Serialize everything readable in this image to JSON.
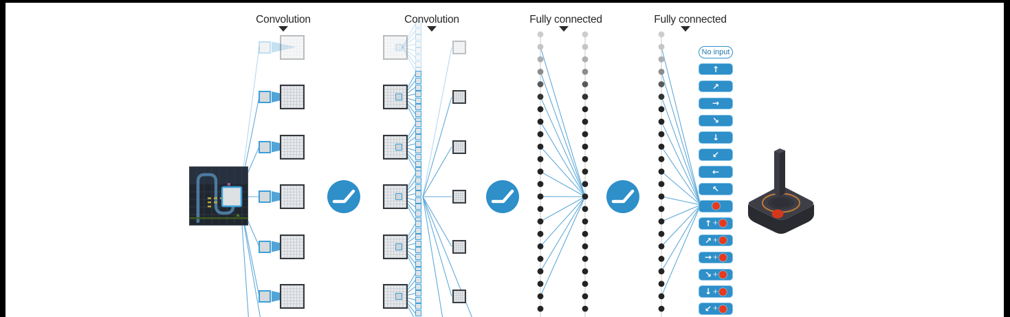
{
  "figure": {
    "type": "neural-network-architecture-diagram",
    "layers": {
      "labels": [
        "Convolution",
        "Convolution",
        "Fully connected",
        "Fully connected"
      ]
    },
    "input": {
      "icon": "atari-game-frame"
    },
    "activation": {
      "icon": "relu-curve-icon"
    },
    "output_device": {
      "icon": "atari-joystick"
    },
    "actions": {
      "no_input": "No input",
      "plus_sign": "+",
      "list": [
        {
          "name": "up",
          "glyph": "↑",
          "fire": false
        },
        {
          "name": "up-right",
          "glyph": "↗",
          "fire": false
        },
        {
          "name": "right",
          "glyph": "→",
          "fire": false
        },
        {
          "name": "down-right",
          "glyph": "↘",
          "fire": false
        },
        {
          "name": "down",
          "glyph": "↓",
          "fire": false
        },
        {
          "name": "down-left",
          "glyph": "↙",
          "fire": false
        },
        {
          "name": "left",
          "glyph": "←",
          "fire": false
        },
        {
          "name": "up-left",
          "glyph": "↖",
          "fire": false
        },
        {
          "name": "fire",
          "glyph": "",
          "fire": true
        },
        {
          "name": "up-fire",
          "glyph": "↑",
          "fire": true
        },
        {
          "name": "up-right-fire",
          "glyph": "↗",
          "fire": true
        },
        {
          "name": "right-fire",
          "glyph": "→",
          "fire": true
        },
        {
          "name": "down-right-fire",
          "glyph": "↘",
          "fire": true
        },
        {
          "name": "down-fire",
          "glyph": "↓",
          "fire": true
        },
        {
          "name": "down-left-fire",
          "glyph": "↙",
          "fire": true
        }
      ]
    },
    "colors": {
      "accent_blue": "#2E8FC9",
      "patch_blue": "#3B9FD8",
      "line_blue": "#60A9D9",
      "fire_red": "#E8391D",
      "joystick_ring_orange": "#C07A38",
      "frame_black": "#000000"
    }
  }
}
